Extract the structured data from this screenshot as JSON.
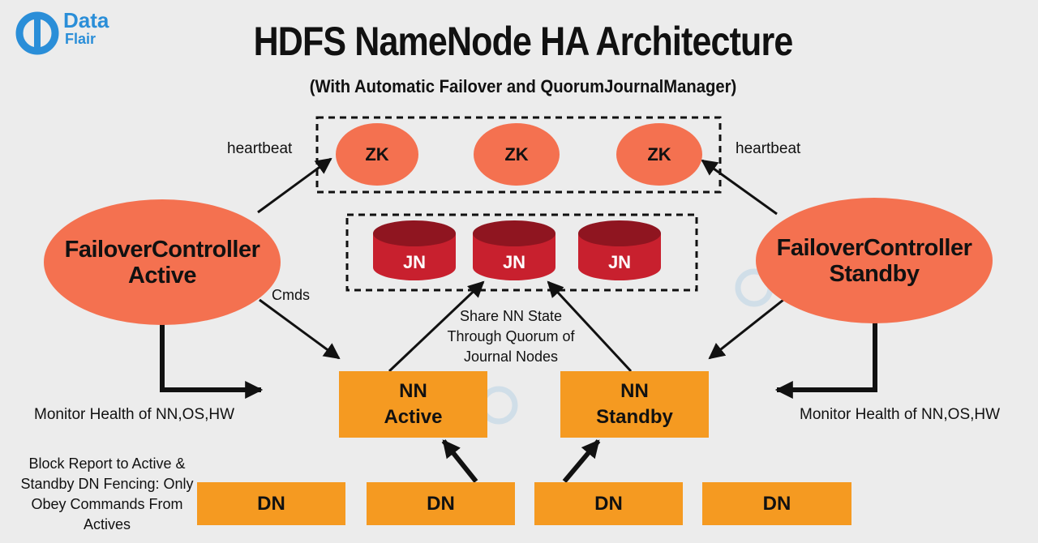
{
  "logo": {
    "line1": "Data",
    "line2": "Flair"
  },
  "title": "HDFS NameNode HA Architecture",
  "subtitle": "(With Automatic Failover and QuorumJournalManager)",
  "zookeeper_nodes": [
    "ZK",
    "ZK",
    "ZK"
  ],
  "journal_nodes": [
    "JN",
    "JN",
    "JN"
  ],
  "failover_controllers": {
    "active": {
      "line1": "FailoverController",
      "line2": "Active"
    },
    "standby": {
      "line1": "FailoverController",
      "line2": "Standby"
    }
  },
  "namenodes": {
    "active": {
      "line1": "NN",
      "line2": "Active"
    },
    "standby": {
      "line1": "NN",
      "line2": "Standby"
    }
  },
  "datanodes": [
    "DN",
    "DN",
    "DN",
    "DN"
  ],
  "labels": {
    "heartbeat_left": "heartbeat",
    "heartbeat_right": "heartbeat",
    "cmds": "Cmds",
    "share_state": [
      "Share NN State",
      "Through Quorum of",
      "Journal Nodes"
    ],
    "monitor_left": "Monitor Health of NN,OS,HW",
    "monitor_right": "Monitor Health of NN,OS,HW",
    "block_report": [
      "Block Report to Active &",
      "Standby DN Fencing: Only",
      "Obey Commands From",
      "Actives"
    ]
  },
  "colors": {
    "background": "#ececec",
    "zk_fill": "#f47150",
    "jn_fill": "#c8202e",
    "nn_dn_fill": "#f59a21",
    "logo_blue": "#2a8ed8"
  }
}
